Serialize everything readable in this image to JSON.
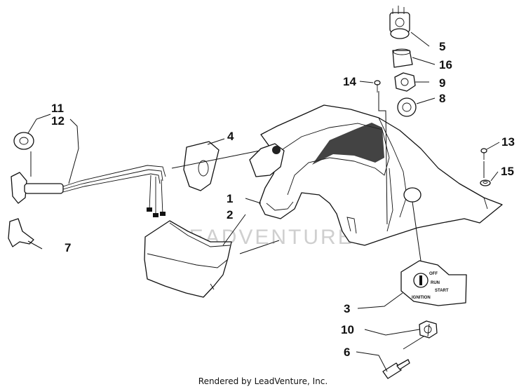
{
  "callouts": [
    "1",
    "2",
    "3",
    "4",
    "5",
    "6",
    "7",
    "8",
    "9",
    "10",
    "11",
    "12",
    "13",
    "14",
    "15",
    "16"
  ],
  "switch_labels": {
    "off": "OFF",
    "run": "RUN",
    "start": "START",
    "ignition": "IGNITION"
  },
  "watermark": "LEADVENTURE",
  "footer": "Rendered by LeadVenture, Inc."
}
